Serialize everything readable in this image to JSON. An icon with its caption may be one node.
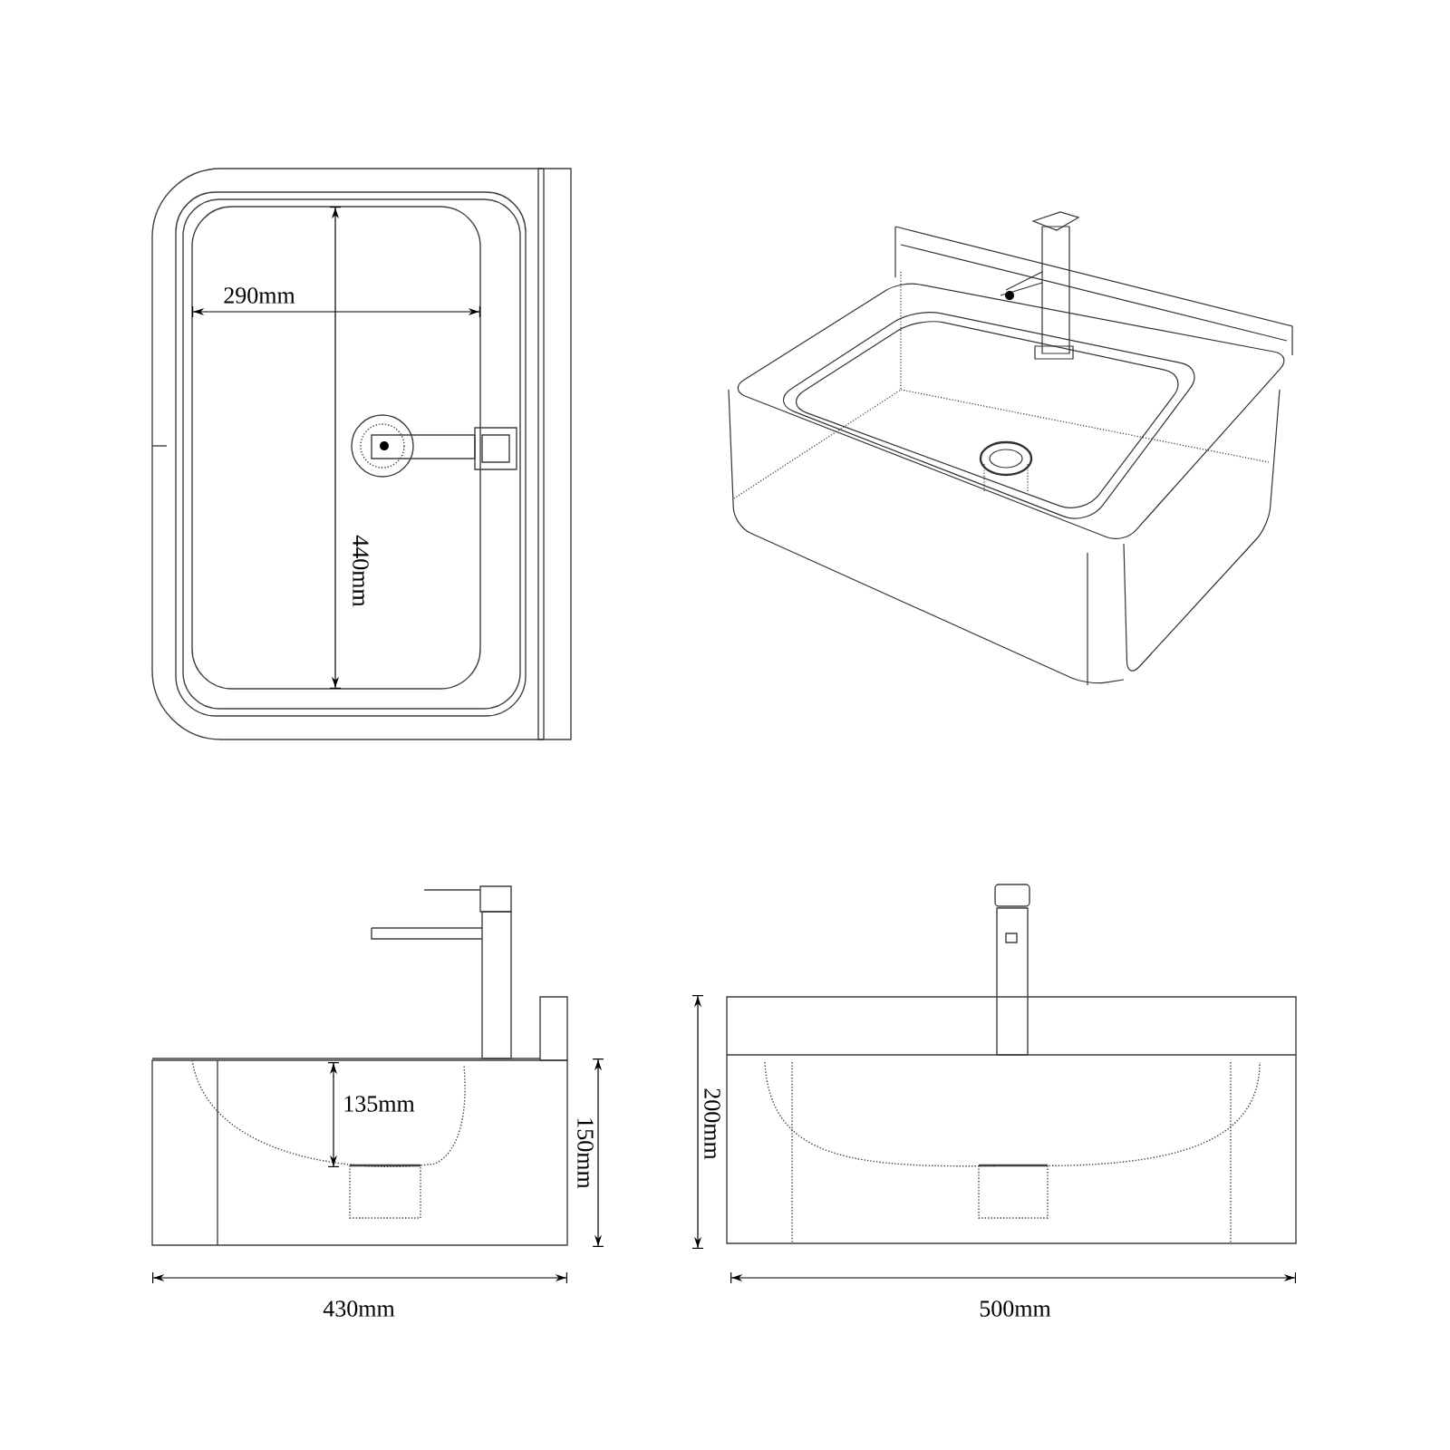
{
  "diagram": {
    "labels": [
      "290mm",
      "440mm",
      "135mm",
      "150mm",
      "430mm",
      "200mm",
      "500mm"
    ]
  }
}
